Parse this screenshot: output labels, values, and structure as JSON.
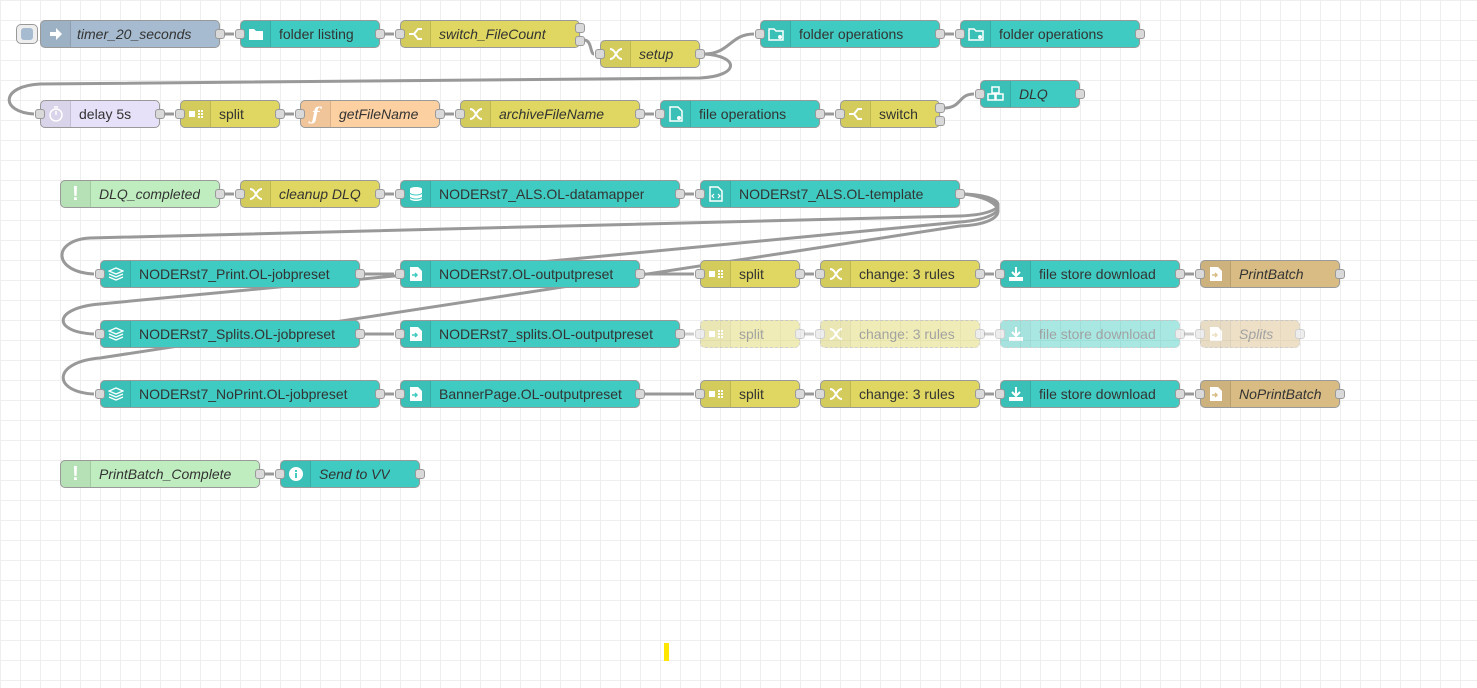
{
  "colors": {
    "inject": "#a6bbcf",
    "storage": "#3fcbc1",
    "function": "#dfd761",
    "function_code": "#fdd0a2",
    "delay": "#e6e0f8",
    "complete": "#c0edc0",
    "print": "#d8bc84",
    "wire": "#999999"
  },
  "nodes": {
    "timer": "timer_20_seconds",
    "folder_listing": "folder listing",
    "switch_filecount": "switch_FileCount",
    "setup": "setup",
    "folder_ops_1": "folder operations",
    "folder_ops_2": "folder operations",
    "delay": "delay 5s",
    "split_1": "split",
    "getfilename": "getFileName",
    "archivefilename": "archiveFileName",
    "file_ops": "file operations",
    "switch": "switch",
    "dlq": "DLQ",
    "dlq_completed": "DLQ_completed",
    "cleanup_dlq": "cleanup DLQ",
    "datamapper": "NODERst7_ALS.OL-datamapper",
    "template": "NODERst7_ALS.OL-template",
    "print_jobpreset": "NODERst7_Print.OL-jobpreset",
    "print_outputpreset": "NODERst7.OL-outputpreset",
    "split_2": "split",
    "change_1": "change: 3 rules",
    "download_1": "file store download",
    "printbatch": "PrintBatch",
    "splits_jobpreset": "NODERst7_Splits.OL-jobpreset",
    "splits_outputpreset": "NODERst7_splits.OL-outputpreset",
    "split_3": "split",
    "change_2": "change: 3 rules",
    "download_2": "file store download",
    "splits": "Splits",
    "noprint_jobpreset": "NODERst7_NoPrint.OL-jobpreset",
    "bannerpage": "BannerPage.OL-outputpreset",
    "split_4": "split",
    "change_3": "change: 3 rules",
    "download_3": "file store download",
    "noprintbatch": "NoPrintBatch",
    "printbatch_complete": "PrintBatch_Complete",
    "send_to_vv": "Send to VV"
  }
}
